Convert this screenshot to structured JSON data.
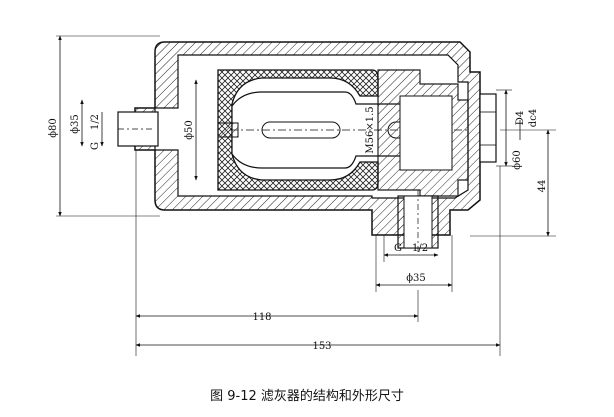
{
  "figure": {
    "caption": "图 9-12   滤灰器的结构和外形尺寸"
  },
  "dimensions": {
    "phi80": "ϕ80",
    "phi35_left": "ϕ35",
    "g_left": "G",
    "g_left_frac": "1/2",
    "phi50": "ϕ50",
    "thread": "M56×1.5",
    "d4": "D4",
    "dc4": "dc4",
    "phi60": "ϕ60",
    "h44": "44",
    "g_bottom": "G",
    "g_bottom_frac": "1/2",
    "phi35_bottom": "ϕ35",
    "len118": "118",
    "len153": "153"
  }
}
